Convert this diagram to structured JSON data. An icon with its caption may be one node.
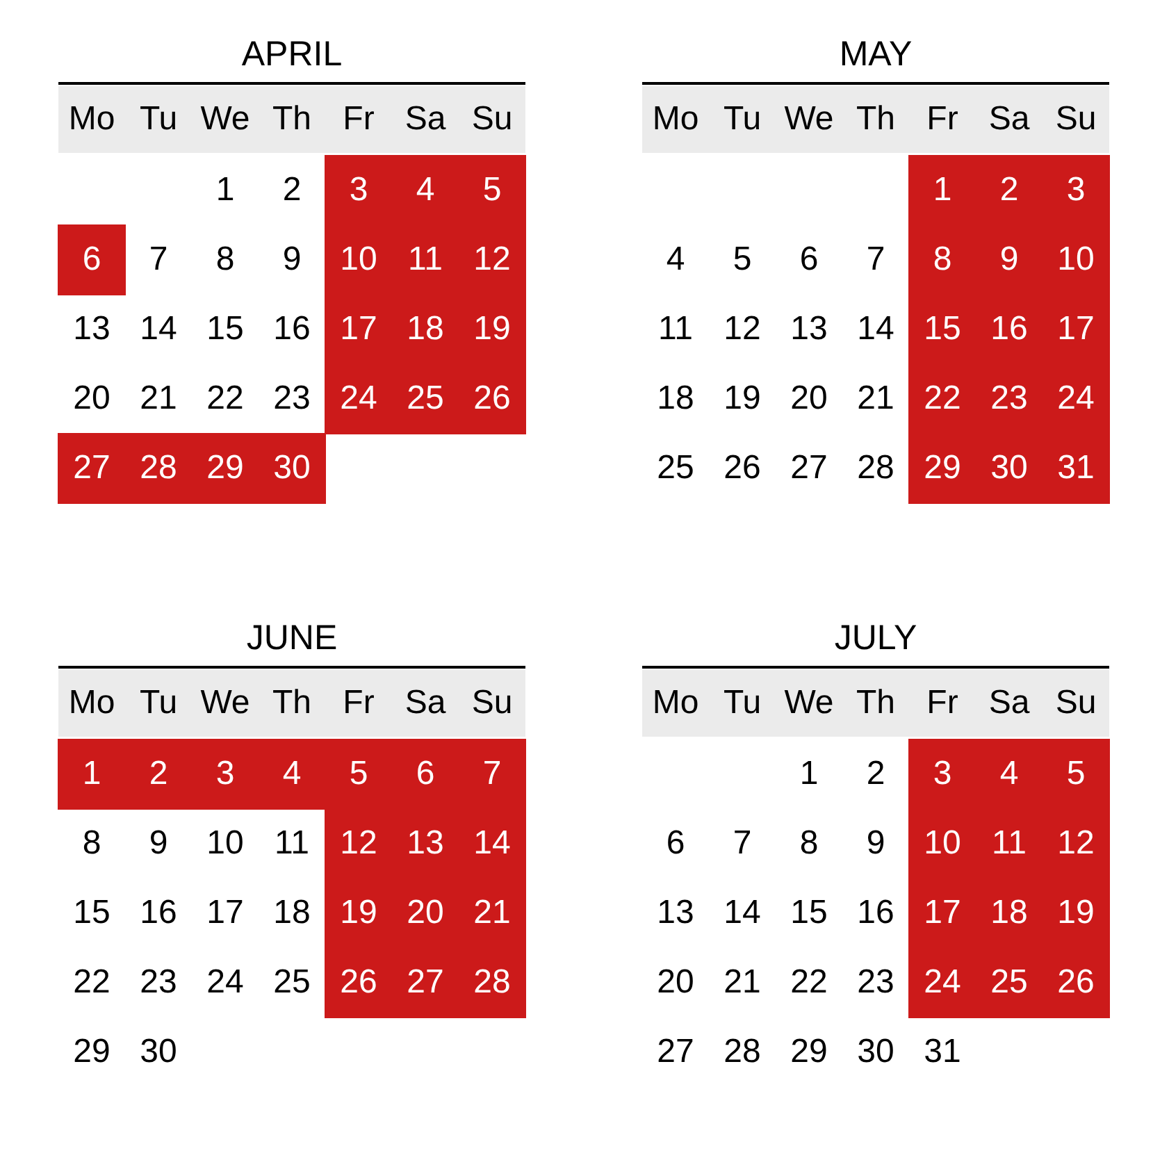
{
  "diagram": {
    "nodes": [
      {
        "text": [
          "3",
          "4",
          "5",
          "10",
          "11",
          "12",
          "17",
          "18",
          "19",
          "24",
          "25",
          "26"
        ]
      },
      {
        "text": [
          "6"
        ]
      },
      {
        "text": [
          "27",
          "28",
          "29",
          "30"
        ]
      },
      {
        "text": [
          "1",
          "2",
          "3",
          "8",
          "9",
          "10",
          "15",
          "16",
          "17",
          "22",
          "23",
          "24",
          "29",
          "30",
          "31"
        ]
      },
      {
        "text": [
          "1",
          "2",
          "3",
          "4",
          "5",
          "6",
          "7",
          "12",
          "13",
          "14",
          "19",
          "20",
          "21",
          "26",
          "27",
          "28"
        ]
      },
      {
        "text": [
          "3",
          "4",
          "5",
          "10",
          "11",
          "12",
          "17",
          "18",
          "19",
          "24",
          "25",
          "26"
        ]
      }
    ],
    "labels": [
      "APRIL",
      "Mo",
      "Tu",
      "We",
      "Th",
      "Fr",
      "Sa",
      "Su",
      "1",
      "2",
      "7",
      "8",
      "9",
      "13",
      "14",
      "15",
      "16",
      "20",
      "21",
      "22",
      "23",
      "MAY",
      "Mo",
      "Tu",
      "We",
      "Th",
      "Fr",
      "Sa",
      "Su",
      "4",
      "5",
      "6",
      "7",
      "11",
      "12",
      "13",
      "14",
      "18",
      "19",
      "20",
      "21",
      "25",
      "26",
      "27",
      "28",
      "JUNE",
      "Mo",
      "Tu",
      "We",
      "Th",
      "Fr",
      "Sa",
      "Su",
      "8",
      "9",
      "10",
      "11",
      "15",
      "16",
      "17",
      "18",
      "22",
      "23",
      "24",
      "25",
      "29",
      "30",
      "JULY",
      "Mo",
      "Tu",
      "We",
      "Th",
      "Fr",
      "Sa",
      "Su",
      "1",
      "2",
      "6",
      "7",
      "8",
      "9",
      "13",
      "14",
      "15",
      "16",
      "20",
      "21",
      "22",
      "23",
      "27",
      "28",
      "29",
      "30",
      "31"
    ]
  }
}
